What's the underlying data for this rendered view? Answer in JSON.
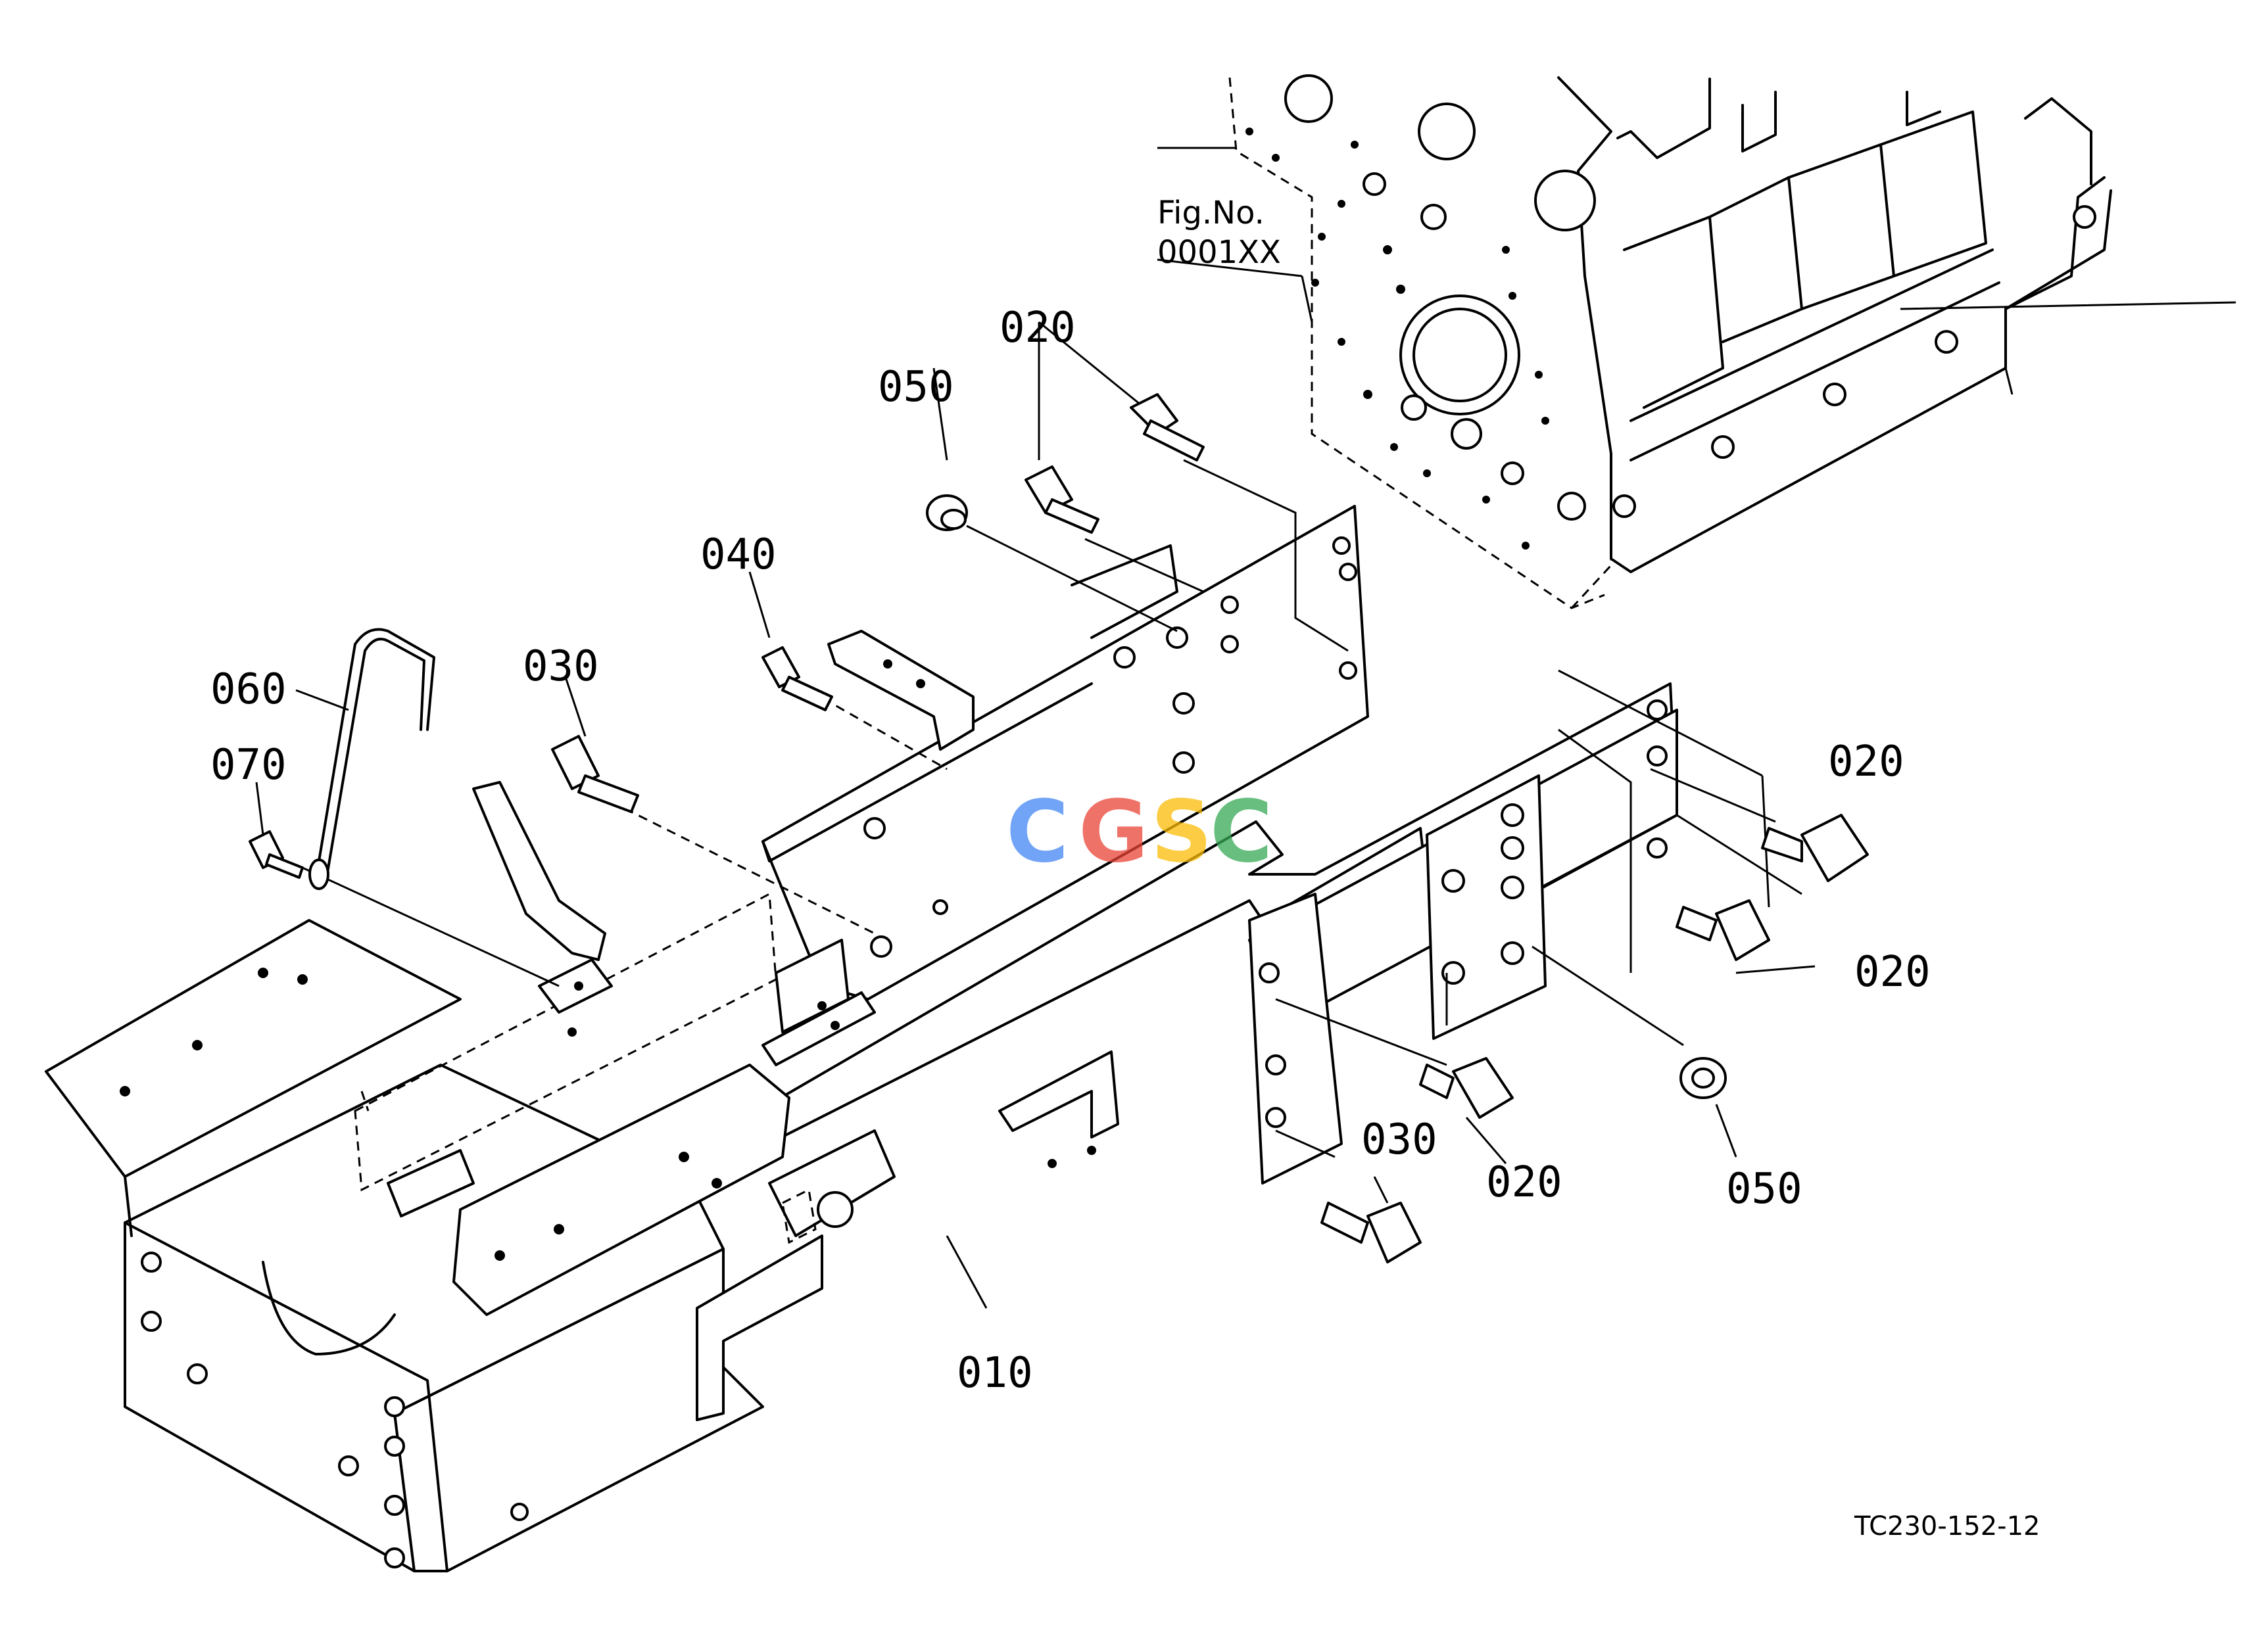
{
  "figure_ref": {
    "line1": "Fig.No.",
    "line2": "0001XX"
  },
  "drawing_code": "TC230-152-12",
  "watermark": {
    "letters": [
      "C",
      "G",
      "S",
      "C"
    ],
    "colors": [
      "#4285F4",
      "#EA4335",
      "#FBBC05",
      "#34A853"
    ]
  },
  "part_labels": {
    "p010": "010",
    "p020_top": "020",
    "p020_right_top": "020",
    "p020_right_mid": "020",
    "p020_bottom": "020",
    "p030_left": "030",
    "p030_bottom": "030",
    "p040": "040",
    "p050_top": "050",
    "p050_right": "050",
    "p060": "060",
    "p070": "070"
  }
}
